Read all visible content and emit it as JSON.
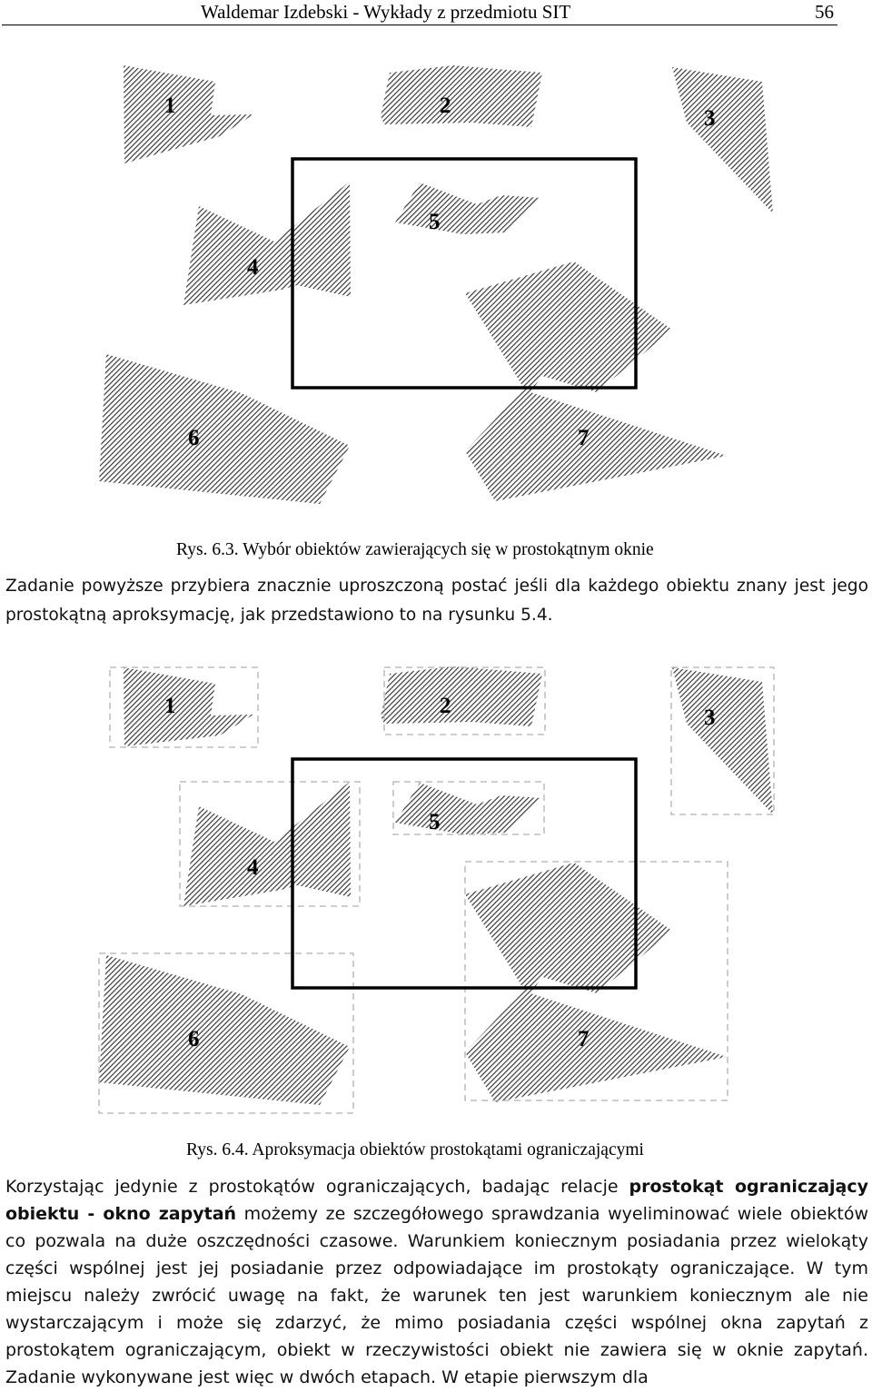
{
  "header": {
    "title": "Waldemar Izdebski - Wykłady z przedmiotu SIT",
    "page_number": "56"
  },
  "figure1": {
    "caption": "Rys. 6.3. Wybór obiektów zawierających się w prostokątnym oknie",
    "labels": [
      "1",
      "2",
      "3",
      "4",
      "5",
      "6",
      "7"
    ]
  },
  "paragraph1": "Zadanie powyższe przybiera znacznie uproszczoną postać jeśli dla każdego obiektu znany jest jego prostokątną aproksymację, jak przedstawiono to na rysunku 5.4.",
  "figure2": {
    "caption": "Rys. 6.4. Aproksymacja obiektów prostokątami ograniczającymi",
    "labels": [
      "1",
      "2",
      "3",
      "4",
      "5",
      "6",
      "7"
    ]
  },
  "paragraph2": {
    "part1": "Korzystając jedynie z prostokątów ograniczających, badając relacje ",
    "bold1": "prostokąt ograniczający obiektu - okno zapytań",
    "part2": " możemy ze szczegółowego sprawdzania wyeliminować wiele obiektów co pozwala na duże oszczędności czasowe. Warunkiem koniecznym posiadania przez wielokąty części wspólnej jest jej posiadanie przez odpowiadające im prostokąty ograniczające. W tym miejscu należy zwrócić uwagę na fakt, że warunek ten jest warunkiem koniecznym ale nie wystarczającym i może się zdarzyć, że mimo posiadania części wspólnej okna zapytań z prostokątem ograniczającym, obiekt w rzeczywistości obiekt nie zawiera się w oknie zapytań. Zadanie wykonywane jest więc w dwóch etapach. W etapie pierwszym dla"
  },
  "colors": {
    "hatch_stroke": "#3a3a3a",
    "hatch_bg": "#ffffff",
    "outline": "#000000",
    "bbox_dash": "#b0b0b0"
  }
}
